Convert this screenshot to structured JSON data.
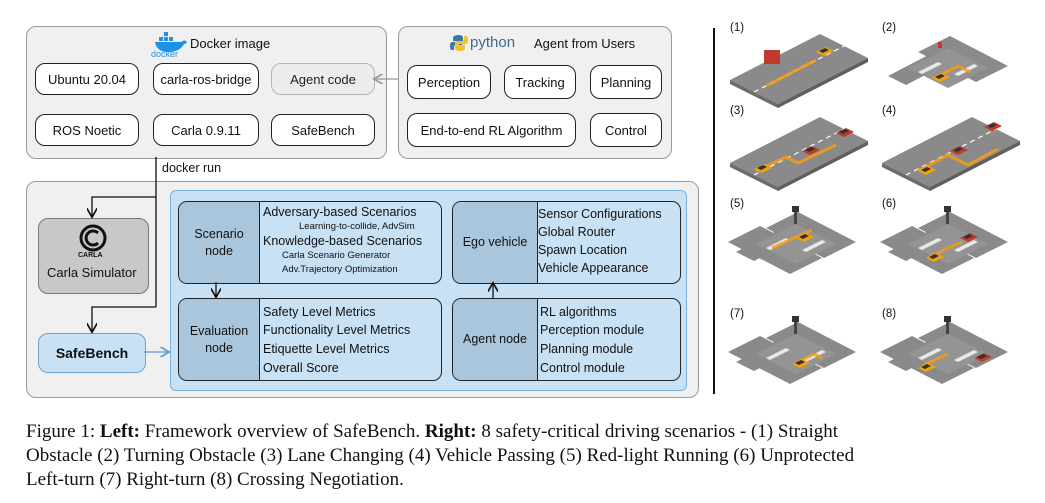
{
  "left": {
    "docker_logo_text": "docker",
    "docker_title": "Docker image",
    "python_logo_text": "python",
    "python_title": "Agent from Users",
    "docker_items": [
      "Ubuntu 20.04",
      "carla-ros-bridge",
      "Agent code",
      "ROS Noetic",
      "Carla 0.9.11",
      "SafeBench"
    ],
    "python_items": [
      "Perception",
      "Tracking",
      "Planning",
      "End-to-end RL Algorithm",
      "Control"
    ],
    "docker_run": "docker run",
    "carla_logo_text": "CARLA",
    "carla_sim": "Carla Simulator",
    "safebench": "SafeBench",
    "scenario_node": {
      "label": "Scenario node",
      "adv_title": "Adversary-based Scenarios",
      "adv_sub": "Learning-to-collide, AdvSim",
      "know_title": "Knowledge-based Scenarios",
      "know_sub1": "Carla Scenario Generator",
      "know_sub2": "Adv.Trajectory Optimization"
    },
    "ego_node": {
      "label": "Ego vehicle",
      "items": [
        "Sensor Configurations",
        "Global Router",
        "Spawn Location",
        "Vehicle Appearance"
      ]
    },
    "eval_node": {
      "label": "Evaluation node",
      "items": [
        "Safety Level Metrics",
        "Functionality Level Metrics",
        "Etiquette Level Metrics",
        "Overall Score"
      ]
    },
    "agent_node": {
      "label": "Agent node",
      "items": [
        "RL algorithms",
        "Perception module",
        "Planning module",
        "Control module"
      ]
    }
  },
  "right": {
    "scenario_numbers": [
      "(1)",
      "(2)",
      "(3)",
      "(4)",
      "(5)",
      "(6)",
      "(7)",
      "(8)"
    ]
  },
  "caption": {
    "prefix": "Figure 1: ",
    "left_bold": "Left:",
    "left_text": " Framework overview of SafeBench. ",
    "right_bold": "Right:",
    "right_text": " 8 safety-critical driving scenarios - (1) Straight",
    "line2": "Obstacle (2) Turning Obstacle (3) Lane Changing (4) Vehicle Passing (5) Red-light Running (6) Unprotected",
    "line3": "Left-turn (7) Right-turn (8) Crossing Negotiation."
  }
}
